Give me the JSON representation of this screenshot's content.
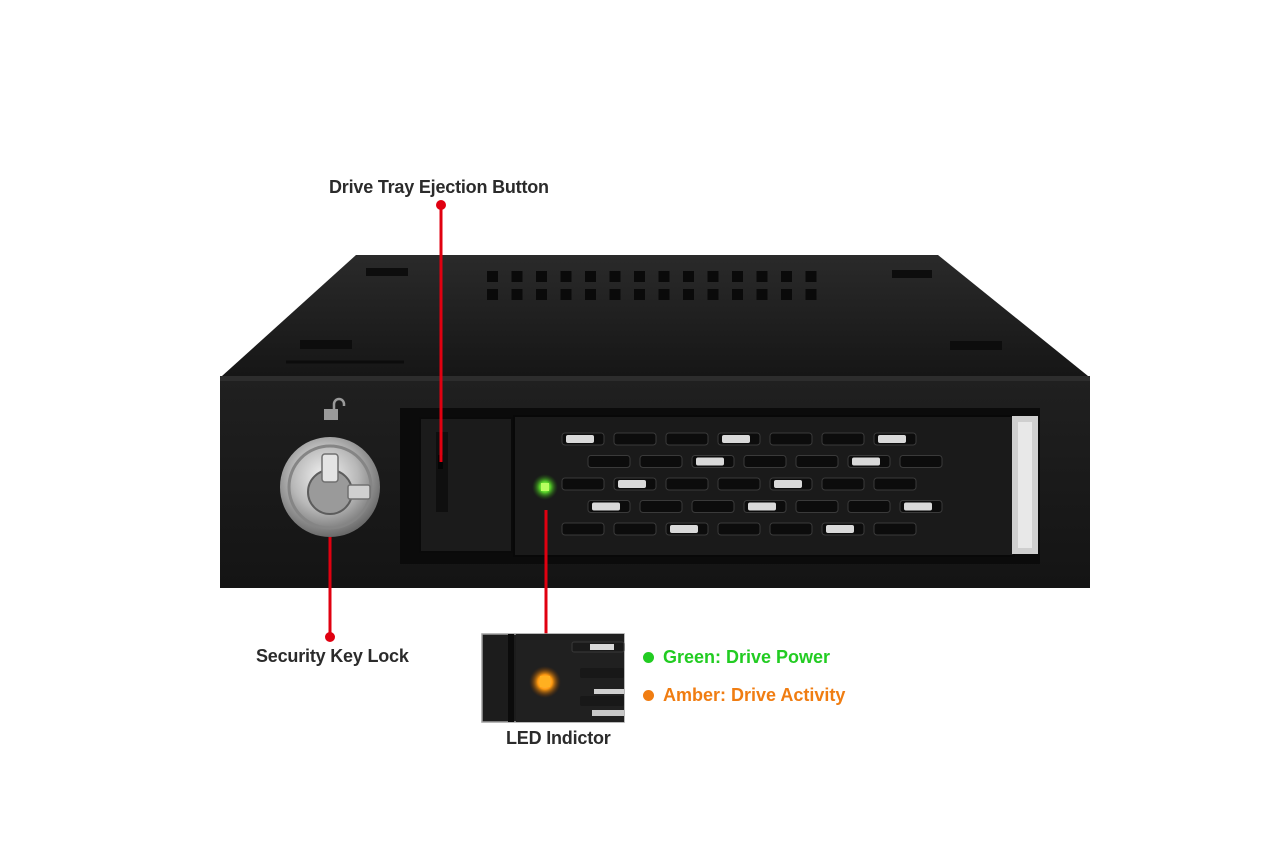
{
  "callouts": {
    "ejection_button": "Drive Tray Ejection Button",
    "key_lock": "Security Key Lock",
    "led": "LED Indictor"
  },
  "legend": [
    {
      "text": "Green: Drive Power",
      "color": "#22cc22"
    },
    {
      "text": "Amber: Drive Activity",
      "color": "#f07d12"
    }
  ],
  "colors": {
    "callout_line": "#e00010",
    "enclosure": "#1c1c1c",
    "label_text": "#2b2b2b"
  }
}
